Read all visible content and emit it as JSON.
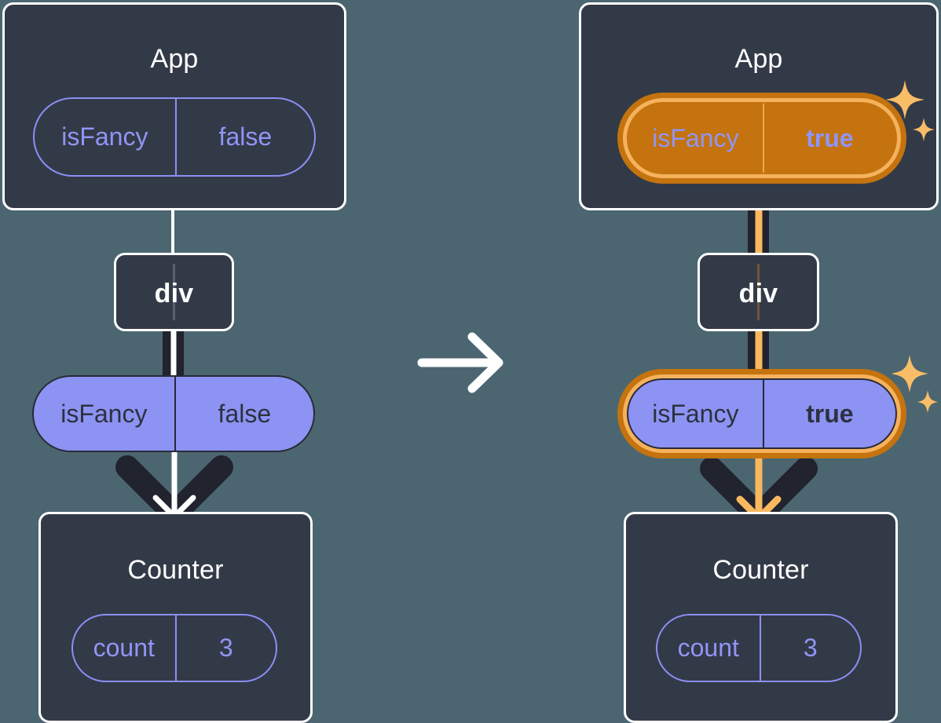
{
  "background_color": "#4b6670",
  "colors": {
    "box_fill": "#333a47",
    "box_border": "#ffffff",
    "pill_outline": "#8b8ff5",
    "pill_outline_text": "#9095f7",
    "pill_solid_fill": "#8d93f2",
    "pill_solid_text": "#2c3240",
    "highlight_outer": "#c4730e",
    "highlight_inner": "#f6b15c",
    "connector_dark": "#21232e",
    "connector_light": "#ffffff",
    "connector_orange": "#f9b75f",
    "sparkle": "#f9bd68"
  },
  "diagrams": [
    {
      "id": "before",
      "app": {
        "title": "App",
        "state_pill": {
          "key": "isFancy",
          "value": "false",
          "highlighted": false,
          "bold_value": false
        }
      },
      "div": {
        "label": "div"
      },
      "prop_pill": {
        "key": "isFancy",
        "value": "false",
        "highlighted": false,
        "bold_value": false
      },
      "counter": {
        "title": "Counter",
        "state_pill": {
          "key": "count",
          "value": "3",
          "highlighted": false,
          "bold_value": false
        }
      },
      "sparkles": false
    },
    {
      "id": "after",
      "app": {
        "title": "App",
        "state_pill": {
          "key": "isFancy",
          "value": "true",
          "highlighted": true,
          "bold_value": true
        }
      },
      "div": {
        "label": "div"
      },
      "prop_pill": {
        "key": "isFancy",
        "value": "true",
        "highlighted": true,
        "bold_value": true
      },
      "counter": {
        "title": "Counter",
        "state_pill": {
          "key": "count",
          "value": "3",
          "highlighted": false,
          "bold_value": false
        }
      },
      "sparkles": true
    }
  ],
  "transition": {
    "icon": "right-arrow-icon"
  }
}
